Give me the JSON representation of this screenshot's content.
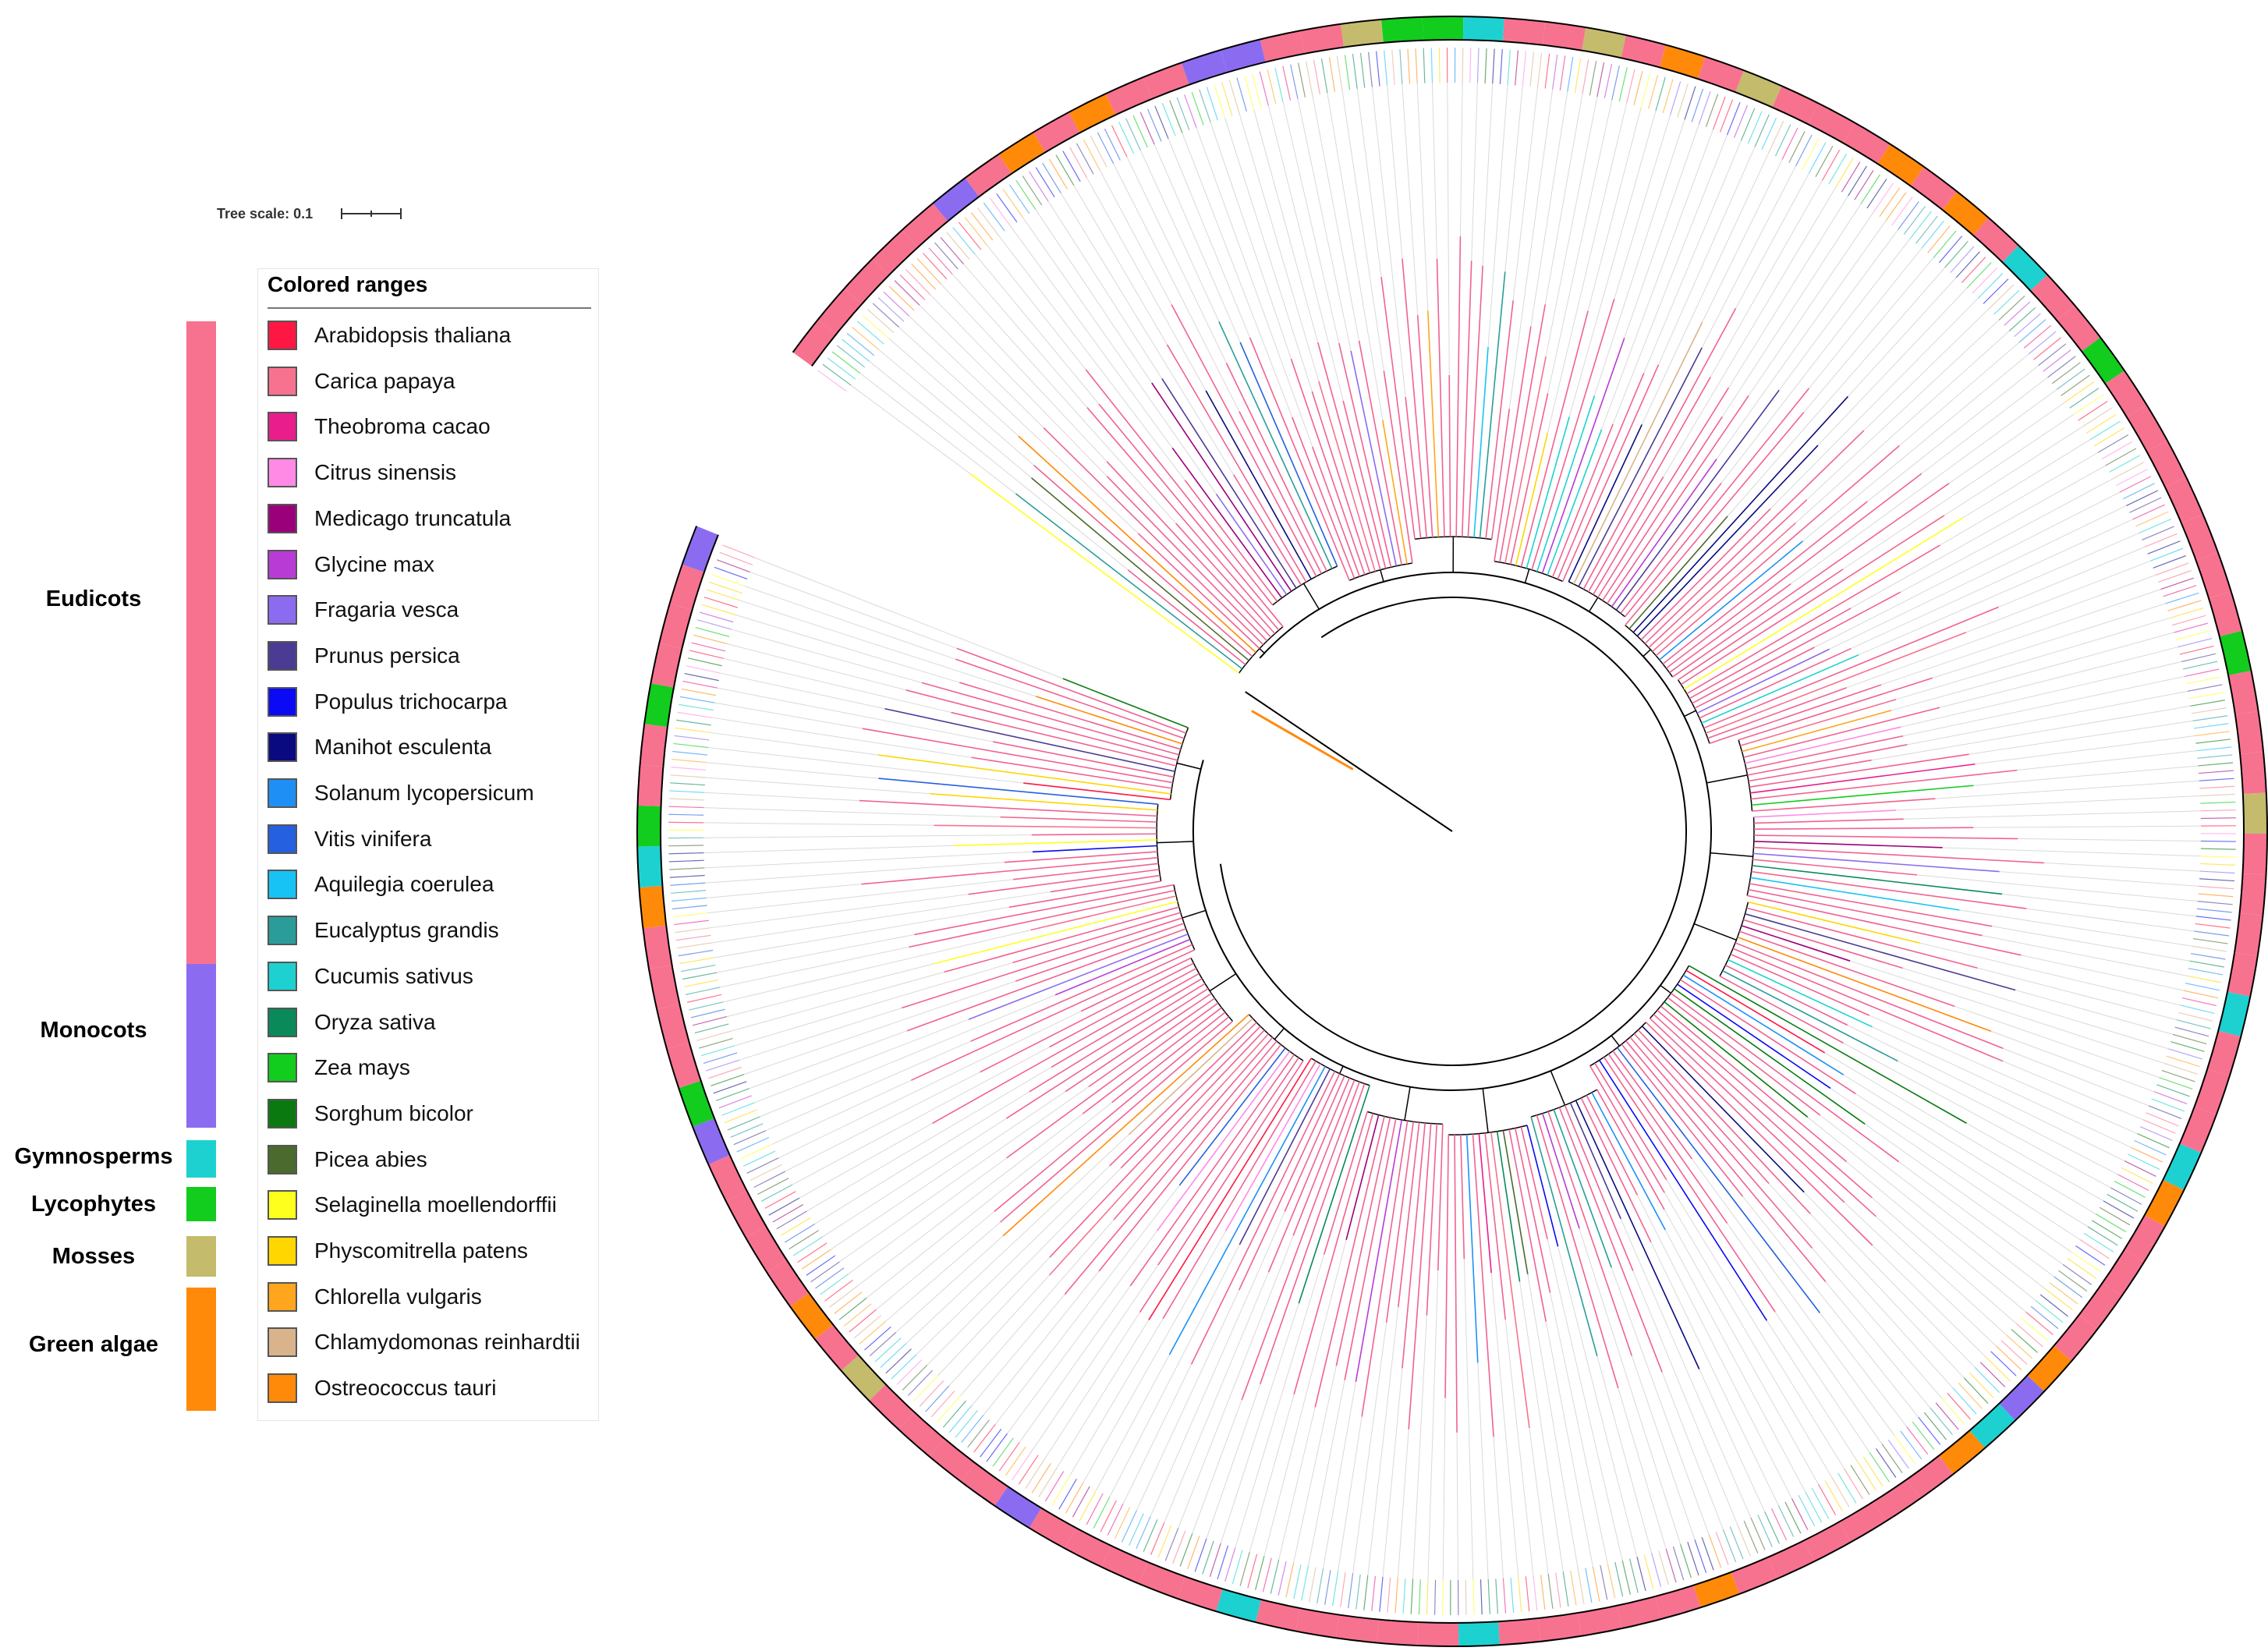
{
  "tree_scale": {
    "label": "Tree scale: 0.1"
  },
  "legend": {
    "title": "Colored ranges",
    "items": [
      {
        "label": "Arabidopsis thaliana",
        "color": "#ff1744"
      },
      {
        "label": "Carica papaya",
        "color": "#f7728f"
      },
      {
        "label": "Theobroma cacao",
        "color": "#e91e8c"
      },
      {
        "label": "Citrus sinensis",
        "color": "#ff8ae6"
      },
      {
        "label": "Medicago truncatula",
        "color": "#9b007b"
      },
      {
        "label": "Glycine max",
        "color": "#b83bd6"
      },
      {
        "label": "Fragaria vesca",
        "color": "#8b6cf0"
      },
      {
        "label": "Prunus persica",
        "color": "#4b3b94"
      },
      {
        "label": "Populus trichocarpa",
        "color": "#0a0af5"
      },
      {
        "label": "Manihot esculenta",
        "color": "#0a0a80"
      },
      {
        "label": "Solanum lycopersicum",
        "color": "#1e90f5"
      },
      {
        "label": "Vitis vinifera",
        "color": "#2560e0"
      },
      {
        "label": "Aquilegia coerulea",
        "color": "#17c3f5"
      },
      {
        "label": "Eucalyptus grandis",
        "color": "#2a9d9a"
      },
      {
        "label": "Cucumis sativus",
        "color": "#1ed1d1"
      },
      {
        "label": "Oryza sativa",
        "color": "#0a8a5a"
      },
      {
        "label": "Zea mays",
        "color": "#12cc1e"
      },
      {
        "label": "Sorghum bicolor",
        "color": "#0a7a10"
      },
      {
        "label": "Picea abies",
        "color": "#4b6a2e"
      },
      {
        "label": "Selaginella moellendorffii",
        "color": "#ffff1e"
      },
      {
        "label": "Physcomitrella patens",
        "color": "#ffd600"
      },
      {
        "label": "Chlorella vulgaris",
        "color": "#ffa51e"
      },
      {
        "label": "Chlamydomonas reinhardtii",
        "color": "#d9b38c"
      },
      {
        "label": "Ostreococcus tauri",
        "color": "#ff8a0a"
      }
    ]
  },
  "groups": [
    {
      "label": "Eudicots",
      "color": "#f7728f"
    },
    {
      "label": "Monocots",
      "color": "#8b6cf0"
    },
    {
      "label": "Gymnosperms",
      "color": "#1ed1d1"
    },
    {
      "label": "Lycophytes",
      "color": "#12cc1e"
    },
    {
      "label": "Mosses",
      "color": "#c4bb6c"
    },
    {
      "label": "Green algae",
      "color": "#ff8a0a"
    }
  ],
  "colors": {
    "tree_branch_default": "#000000",
    "guide_line": "#d9d9d9",
    "ring_outline": "#000000"
  }
}
